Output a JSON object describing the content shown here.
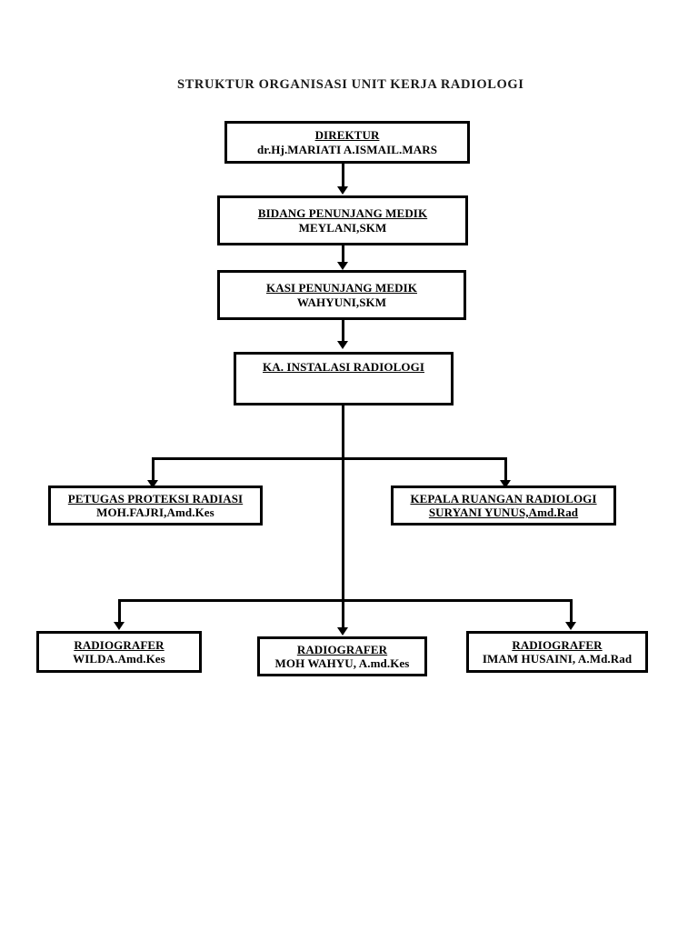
{
  "title": "STRUKTUR ORGANISASI UNIT KERJA RADIOLOGI",
  "colors": {
    "background": "#ffffff",
    "border": "#000000",
    "text": "#000000",
    "connector": "#000000"
  },
  "nodes": {
    "direktur": {
      "title": "DIREKTUR",
      "name": "dr.Hj.MARIATI A.ISMAIL.MARS"
    },
    "bidang_penunjang_medik": {
      "title": "BIDANG PENUNJANG MEDIK",
      "name": "MEYLANI,SKM"
    },
    "kasi_penunjang_medik": {
      "title": "KASI PENUNJANG MEDIK",
      "name": "WAHYUNI,SKM"
    },
    "ka_instalasi_radiologi": {
      "title": "KA. INSTALASI RADIOLOGI",
      "name": ""
    },
    "petugas_proteksi_radiasi": {
      "title": "PETUGAS PROTEKSI RADIASI",
      "name": "MOH.FAJRI,Amd.Kes"
    },
    "kepala_ruangan_radiologi": {
      "title": "KEPALA RUANGAN RADIOLOGI",
      "name": "SURYANI YUNUS,Amd.Rad"
    },
    "radiografer_1": {
      "title": "RADIOGRAFER",
      "name": "WILDA.Amd.Kes"
    },
    "radiografer_2": {
      "title": "RADIOGRAFER",
      "name": "MOH WAHYU, A.md.Kes"
    },
    "radiografer_3": {
      "title": "RADIOGRAFER",
      "name": "IMAM HUSAINI, A.Md.Rad"
    }
  },
  "connections": [
    {
      "from": "direktur",
      "to": "bidang_penunjang_medik",
      "style": "arrow-down"
    },
    {
      "from": "bidang_penunjang_medik",
      "to": "kasi_penunjang_medik",
      "style": "arrow-down"
    },
    {
      "from": "kasi_penunjang_medik",
      "to": "ka_instalasi_radiologi",
      "style": "arrow-down"
    },
    {
      "from": "ka_instalasi_radiologi",
      "to": "petugas_proteksi_radiasi",
      "style": "elbow-left-arrow"
    },
    {
      "from": "ka_instalasi_radiologi",
      "to": "kepala_ruangan_radiologi",
      "style": "elbow-right-arrow"
    },
    {
      "from": "ka_instalasi_radiologi",
      "to": "radiografer_1",
      "style": "elbow-left-arrow"
    },
    {
      "from": "ka_instalasi_radiologi",
      "to": "radiografer_2",
      "style": "arrow-down"
    },
    {
      "from": "ka_instalasi_radiologi",
      "to": "radiografer_3",
      "style": "elbow-right-arrow"
    }
  ]
}
